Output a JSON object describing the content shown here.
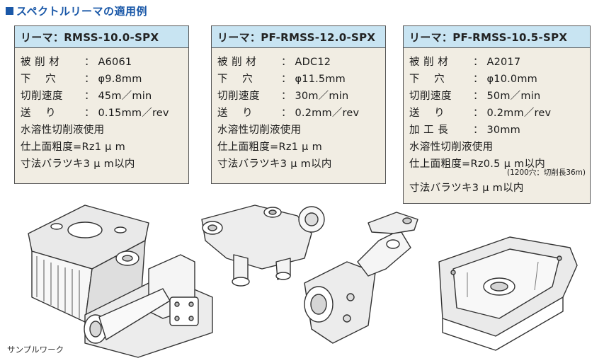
{
  "heading": "スペクトルリーマの適用例",
  "cards": [
    {
      "title": "リーマ：RMSS-10.0-SPX",
      "rows": [
        {
          "label": "被 削 材",
          "value": "：  A6061"
        },
        {
          "label": "下　 穴",
          "value": "：  φ9.8mm"
        },
        {
          "label": "切削速度",
          "value": "：  45m／min"
        },
        {
          "label": "送　 り",
          "value": "：  0.15mm／rev"
        }
      ],
      "lines": [
        "水溶性切削液使用",
        "仕上面粗度=Rz1 μ m",
        "寸法バラツキ3 μ m以内"
      ]
    },
    {
      "title": "リーマ：PF-RMSS-12.0-SPX",
      "rows": [
        {
          "label": "被 削 材",
          "value": "：  ADC12"
        },
        {
          "label": "下　 穴",
          "value": "：  φ11.5mm"
        },
        {
          "label": "切削速度",
          "value": "：  30m／min"
        },
        {
          "label": "送　 り",
          "value": "：  0.2mm／rev"
        }
      ],
      "lines": [
        "水溶性切削液使用",
        "仕上面粗度=Rz1 μ m",
        "寸法バラツキ3 μ m以内"
      ]
    },
    {
      "title": "リーマ：PF-RMSS-10.5-SPX",
      "rows": [
        {
          "label": "被 削 材",
          "value": "：  A2017"
        },
        {
          "label": "下　 穴",
          "value": "：  φ10.0mm"
        },
        {
          "label": "切削速度",
          "value": "：  50m／min"
        },
        {
          "label": "送　 り",
          "value": "：  0.2mm／rev"
        },
        {
          "label": "加 工 長",
          "value": "：  30mm"
        }
      ],
      "lines": [
        "水溶性切削液使用",
        "仕上面粗度=Rz0.5 μ m以内"
      ],
      "note": "(1200穴：切削長36m)",
      "last_line": "寸法バラツキ3 μ m以内"
    }
  ],
  "caption": "サンプルワーク"
}
